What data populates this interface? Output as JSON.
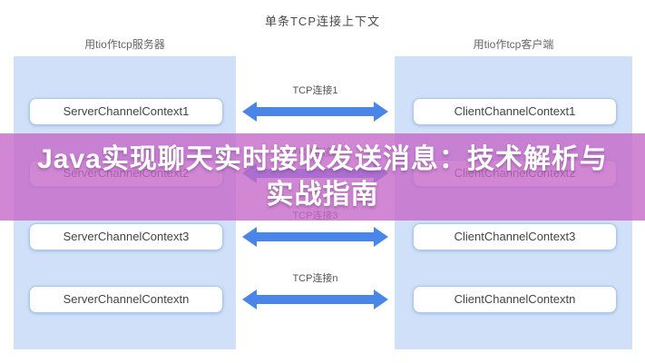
{
  "page": {
    "title": "单条TCP连接上下文"
  },
  "server_side": {
    "header": "用tio作tcp服务器"
  },
  "client_side": {
    "header": "用tio作tcp客户端"
  },
  "rows": [
    {
      "server": "ServerChannelContext1",
      "label": "TCP连接1",
      "client": "ClientChannelContext1"
    },
    {
      "server": "ServerChannelContext2",
      "label": "TCP连接2",
      "client": "ClientChannelContext2"
    },
    {
      "server": "ServerChannelContext3",
      "label": "TCP连接3",
      "client": "ClientChannelContext3"
    },
    {
      "server": "ServerChannelContextn",
      "label": "TCP连接n",
      "client": "ClientChannelContextn"
    }
  ],
  "banner": {
    "line1": "Java实现聊天实时接收发送消息：技术解析与",
    "line2": "实战指南"
  },
  "colors": {
    "panel_blue": "#cfe0f8",
    "arrow_blue": "#4a86e8",
    "banner_overlay": "rgba(198,105,200,0.8)",
    "node_border": "#a9c8ef",
    "text_gray": "#555555"
  }
}
